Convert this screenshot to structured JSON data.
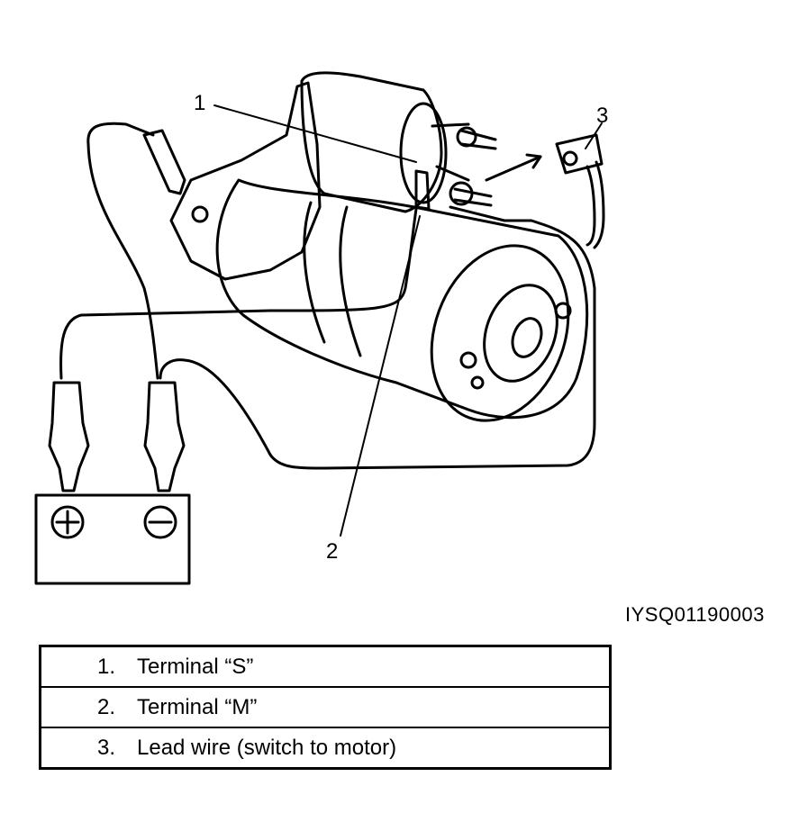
{
  "figure": {
    "callouts": [
      "1",
      "2",
      "3"
    ],
    "battery_terminals": [
      "+",
      "−"
    ],
    "figure_id": "IYSQ01190003"
  },
  "legend": [
    {
      "num": "1.",
      "text": "Terminal “S”"
    },
    {
      "num": "2.",
      "text": "Terminal “M”"
    },
    {
      "num": "3.",
      "text": "Lead wire (switch to motor)"
    }
  ],
  "colors": {
    "ink": "#000000",
    "paper": "#ffffff"
  }
}
